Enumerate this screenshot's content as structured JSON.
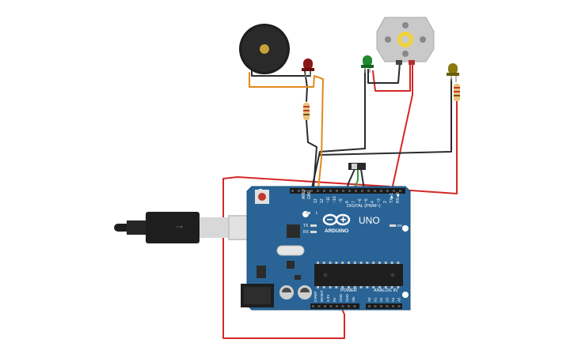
{
  "board": {
    "logo_text": "ARDUINO",
    "model": "UNO",
    "digital_label": "DIGITAL (PWM~)",
    "power_label": "POWER",
    "analog_label": "ANALOG IN",
    "aref": "AREF",
    "gnd": "GND",
    "digital_pins": [
      "13",
      "12",
      "~11",
      "~10",
      "~9",
      "8",
      "7",
      "~6",
      "~5",
      "4",
      "~3",
      "2",
      "TX▶1",
      "RX◀0"
    ],
    "power_pins": [
      "IOREF",
      "RESET",
      "3.3V",
      "5V",
      "GND",
      "GND",
      "Vin"
    ],
    "analog_pins": [
      "A0",
      "A1",
      "A2",
      "A3",
      "A4",
      "A5"
    ],
    "led_labels": [
      "L",
      "TX",
      "RX"
    ],
    "on_label": "ON"
  },
  "components": {
    "buzzer": "piezo-buzzer",
    "motor": "dc-motor",
    "switch": "slide-switch",
    "leds": [
      {
        "name": "red-led",
        "color": "#8b1414"
      },
      {
        "name": "green-led",
        "color": "#1f8a2e"
      },
      {
        "name": "yellow-led",
        "color": "#8a7a10"
      }
    ]
  },
  "colors": {
    "board": "#2a6496",
    "wire_red": "#d62828",
    "wire_black": "#2b2b2b",
    "wire_orange": "#e08a1a",
    "wire_green": "#2e9a3a"
  }
}
